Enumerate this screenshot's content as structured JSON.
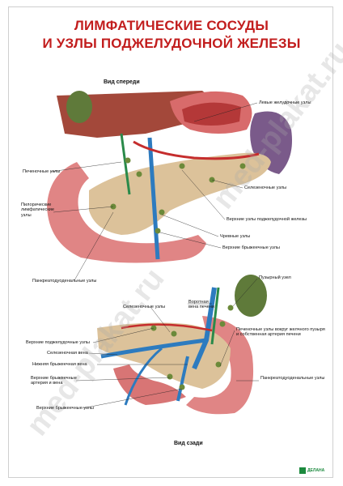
{
  "title": {
    "line1": "ЛИМФАТИЧЕСКИЕ СОСУДЫ",
    "line2": "И УЗЛЫ ПОДЖЕЛУДОЧНОЙ ЖЕЛЕЗЫ"
  },
  "front_view": {
    "heading": "Вид спереди",
    "labels": {
      "left_gastric_nodes": "Левые желудочные узлы",
      "hepatic_nodes": "Печеночные узлы",
      "pyloric_nodes": "Пилорические лимфатические узлы",
      "splenic_nodes": "Селезеночные узлы",
      "superior_pancreatic_nodes": "Верхние узлы поджелудочной железы",
      "celiac_nodes": "Чревные узлы",
      "superior_mesenteric_nodes": "Верхние брыжеечные узлы",
      "pancreaticoduodenal_nodes": "Панкреатодуоденальные узлы"
    }
  },
  "back_view": {
    "heading": "Вид сзади",
    "labels": {
      "cystic_node": "Пузырный узел",
      "portal_vein": "Воротная вена печени",
      "splenic_nodes": "Селезеночные узлы",
      "superior_pancreatic_nodes": "Верхние поджелудочные узлы",
      "splenic_vein": "Селезеночная вена",
      "inferior_mesenteric_vein": "Нижняя брыжеечная вена",
      "superior_mesenteric_artery_vein": "Верхние брыжеечные артерия и вена",
      "superior_mesenteric_nodes": "Верхние брыжеечные узлы",
      "hepatic_nodes_gallbladder": "Печеночные узлы вокруг желчного пузыря и собственная артерия печени",
      "pancreaticoduodenal_nodes": "Панкреатодуоденальные узлы"
    }
  },
  "watermark": "med-plakat.ru",
  "publisher": "ДЕЛАНА"
}
